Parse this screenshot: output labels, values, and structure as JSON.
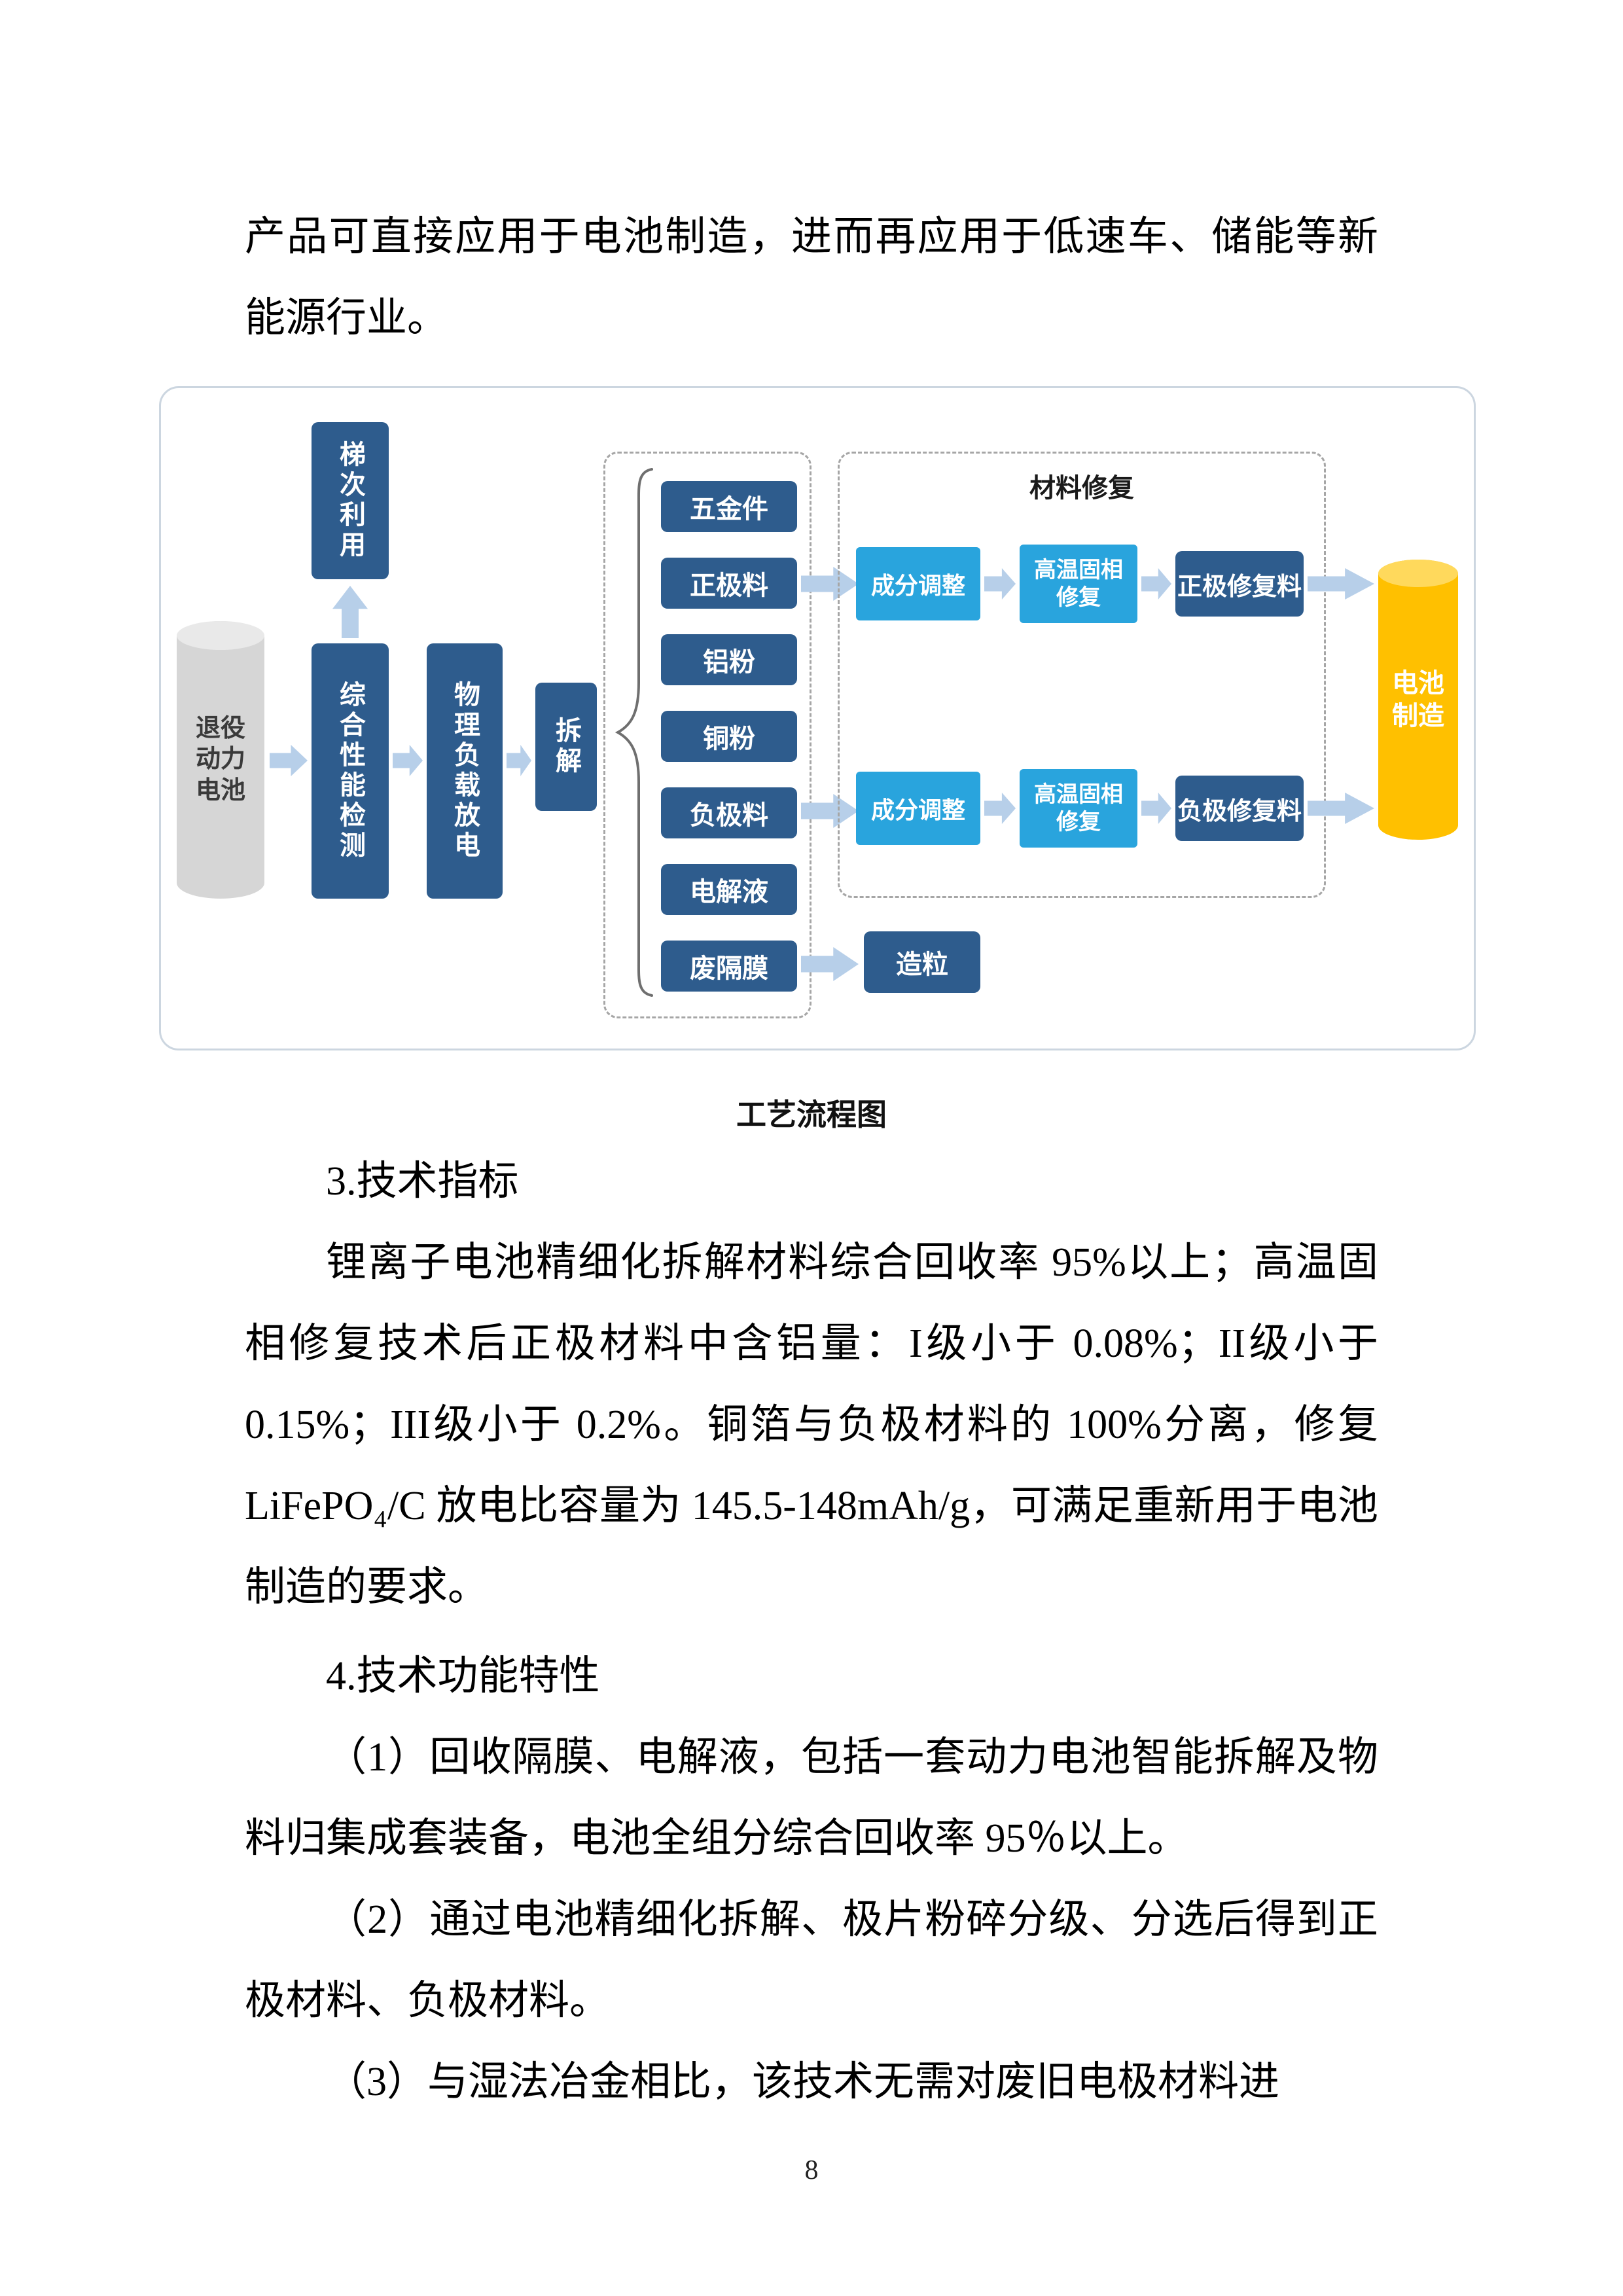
{
  "page_number": "8",
  "intro_text": "产品可直接应用于电池制造，进而再应用于低速车、储能等新能源行业。",
  "diagram": {
    "caption": "工艺流程图",
    "nodes": {
      "retired_battery": "退役\n动力\n电池",
      "cascade_use": "梯次利用",
      "performance_test": "综合性能检测",
      "physical_discharge": "物理负载放电",
      "disassemble": "拆解",
      "granulate": "造粒",
      "battery_mfg": "电池\n制造",
      "repair_title": "材料修复"
    },
    "components": [
      "五金件",
      "正极料",
      "铝粉",
      "铜粉",
      "负极料",
      "电解液",
      "废隔膜"
    ],
    "repair_row1": [
      "成分调整",
      "高温固相\n修复",
      "正极修复料"
    ],
    "repair_row2": [
      "成分调整",
      "高温固相\n修复",
      "负极修复料"
    ],
    "colors": {
      "dark_blue": "#2e5c8d",
      "light_blue": "#29a4dd",
      "arrow_blue": "#b7cfe9",
      "cylinder_yellow": "#ffc000",
      "cylinder_gray": "#d6d6d6"
    }
  },
  "body": {
    "h3": "3.技术指标",
    "p3": "锂离子电池精细化拆解材料综合回收率 95%以上；高温固相修复技术后正极材料中含铝量：I级小于 0.08%；II级小于 0.15%；III级小于 0.2%。铜箔与负极材料的 100%分离，修复 LiFePO₄/C 放电比容量为 145.5-148mAh/g，可满足重新用于电池制造的要求。",
    "h4": "4.技术功能特性",
    "p4_1": "（1）回收隔膜、电解液，包括一套动力电池智能拆解及物料归集成套装备，电池全组分综合回收率 95％以上。",
    "p4_2": "（2）通过电池精细化拆解、极片粉碎分级、分选后得到正极材料、负极材料。",
    "p4_3": "（3）与湿法冶金相比，该技术无需对废旧电极材料进"
  }
}
